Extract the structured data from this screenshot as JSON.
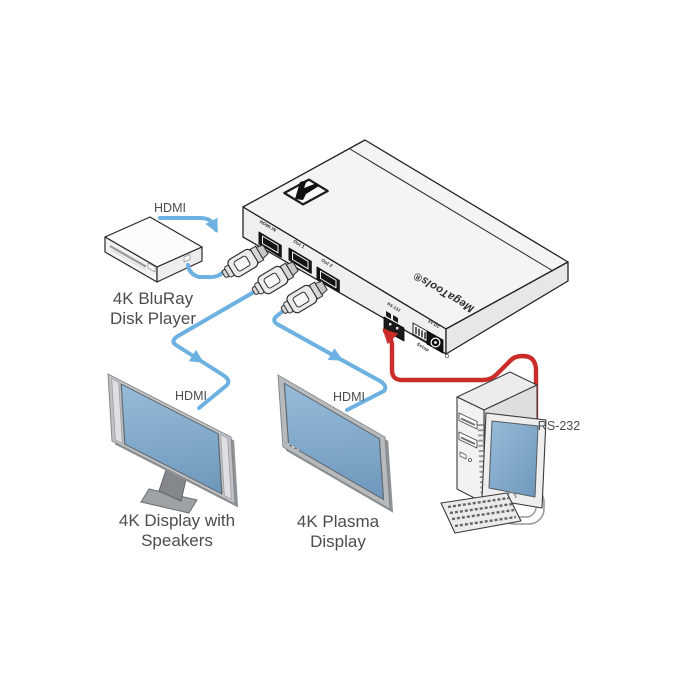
{
  "diagram": {
    "source_device": {
      "caption": [
        "4K BluRay",
        "Disk Player"
      ],
      "cable_label": "HDMI"
    },
    "switcher": {
      "brand": "MegaTools®",
      "logo_icon": "kramer-k-logo",
      "port_labels": {
        "hdmi_in": "HDMI IN",
        "out1": "Out 1",
        "out2": "Out 2",
        "rs232": "RS-232",
        "setup": "Setup",
        "power": "5V DC"
      }
    },
    "display_left": {
      "caption": [
        "4K Display with",
        "Speakers"
      ],
      "cable_label": "HDMI"
    },
    "display_center": {
      "caption": [
        "4K Plasma",
        "Display"
      ],
      "cable_label": "HDMI"
    },
    "computer": {
      "cable_label": "RS-232"
    },
    "colors": {
      "hdmi_cable": "#6cb1e1",
      "rs232_cable": "#cb2c27",
      "screen_top": "#97bcda",
      "screen_bottom": "#6d97bb"
    }
  }
}
